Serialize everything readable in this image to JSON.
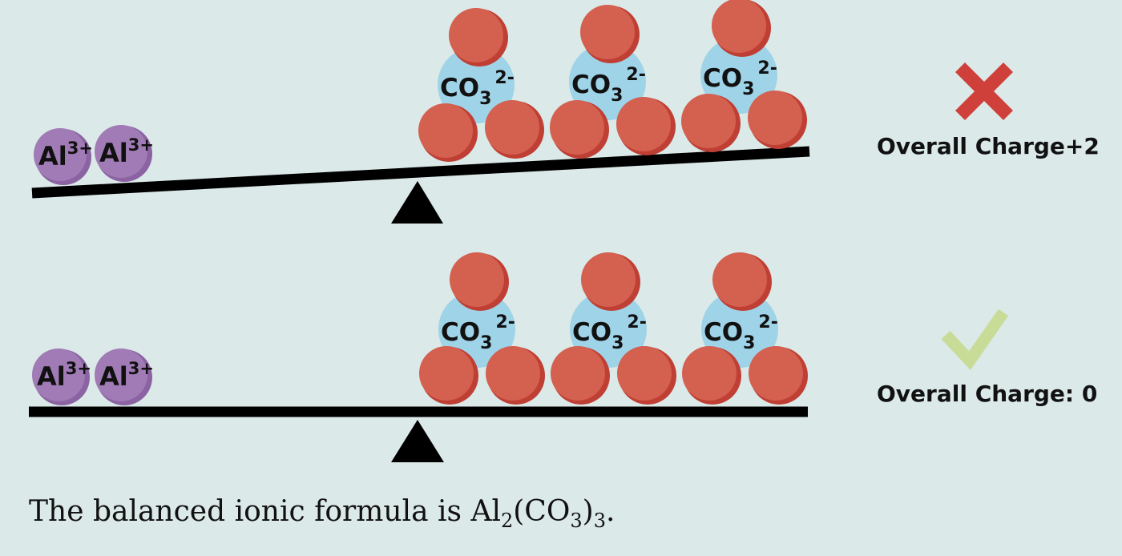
{
  "colors": {
    "background": "#dbe9e8",
    "beam": "#000000",
    "aluminum_ion": "#a07bb5",
    "aluminum_ion_shadow": "#8b63a3",
    "oxygen": "#d4604f",
    "oxygen_shadow": "#bf3f34",
    "carbonate_core": "#9fd3e8",
    "wrong_mark": "#d0403b",
    "right_mark": "#c8dc98"
  },
  "ions": {
    "cation": {
      "base": "Al",
      "charge": "3+"
    },
    "anion": {
      "base": "CO",
      "subscript": "3",
      "charge": "2-"
    }
  },
  "scales": [
    {
      "id": "unbalanced",
      "cation_count": 2,
      "anion_count": 3,
      "tilt": "right-side-up",
      "verdict_icon": "cross-icon",
      "verdict_text": "Overall Charge+2"
    },
    {
      "id": "balanced",
      "cation_count": 2,
      "anion_count": 3,
      "tilt": "level",
      "verdict_icon": "checkmark-icon",
      "verdict_text": "Overall Charge: 0"
    }
  ],
  "caption": {
    "prefix": "The balanced ionic formula is Al",
    "sub1": "2",
    "mid": "(CO",
    "sub2": "3",
    "close": ")",
    "sub3": "3",
    "suffix": "."
  }
}
